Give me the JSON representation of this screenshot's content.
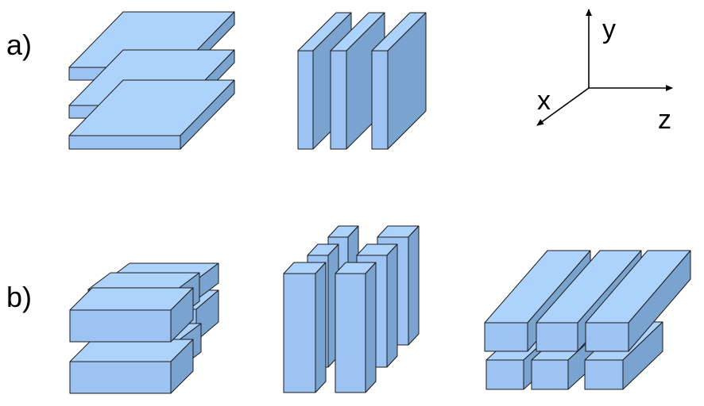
{
  "row_labels": {
    "a": "a)",
    "b": "b)"
  },
  "axes": {
    "x": "x",
    "y": "y",
    "z": "z"
  },
  "colors": {
    "front": "#9dc3f2",
    "top": "#add2fb",
    "side": "#7aa3cf",
    "stroke": "#1a1a1a"
  }
}
